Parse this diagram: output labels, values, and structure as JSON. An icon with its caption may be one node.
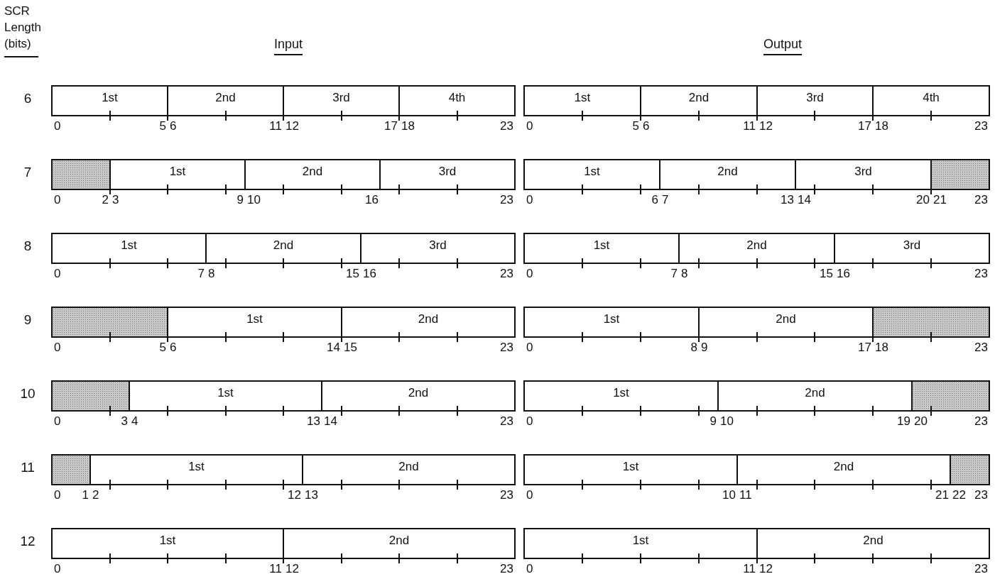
{
  "diagram": {
    "nodes": [
      {
        "text": [
          "1st"
        ]
      },
      {
        "text": [
          "2nd"
        ]
      },
      {
        "text": [
          "3rd"
        ]
      },
      {
        "text": [
          "4th"
        ]
      },
      {
        "text": [
          "1st"
        ]
      },
      {
        "text": [
          "2nd"
        ]
      },
      {
        "text": [
          "3rd"
        ]
      },
      {
        "text": [
          "4th"
        ]
      },
      {
        "text": [],
        "shape": "box"
      },
      {
        "text": [
          "1st"
        ]
      },
      {
        "text": [
          "2nd"
        ]
      },
      {
        "text": [
          "3rd"
        ]
      },
      {
        "text": [
          "1st"
        ]
      },
      {
        "text": [
          "2nd"
        ]
      },
      {
        "text": [
          "3rd"
        ]
      },
      {
        "text": [],
        "shape": "box"
      },
      {
        "text": [
          "1st"
        ]
      },
      {
        "text": [
          "2nd"
        ]
      },
      {
        "text": [
          "3rd"
        ]
      },
      {
        "text": [
          "1st"
        ]
      },
      {
        "text": [
          "2nd"
        ]
      },
      {
        "text": [
          "3rd"
        ]
      },
      {
        "text": [],
        "shape": "box"
      },
      {
        "text": [
          "1st"
        ]
      },
      {
        "text": [
          "2nd"
        ]
      },
      {
        "text": [
          "1st"
        ]
      },
      {
        "text": [
          "2nd"
        ]
      },
      {
        "text": [],
        "shape": "box"
      },
      {
        "text": [],
        "shape": "box"
      },
      {
        "text": [
          "1st"
        ]
      },
      {
        "text": [
          "2nd"
        ]
      },
      {
        "text": [
          "1st"
        ]
      },
      {
        "text": [
          "2nd"
        ]
      },
      {
        "text": [],
        "shape": "box"
      },
      {
        "text": [],
        "shape": "box"
      },
      {
        "text": [
          "1st"
        ]
      },
      {
        "text": [
          "2nd"
        ]
      },
      {
        "text": [
          "1st"
        ]
      },
      {
        "text": [
          "2nd"
        ]
      },
      {
        "text": [],
        "shape": "box"
      },
      {
        "text": [
          "1st"
        ]
      },
      {
        "text": [
          "2nd"
        ]
      },
      {
        "text": [
          "1st"
        ]
      },
      {
        "text": [
          "2nd"
        ]
      }
    ],
    "edges": [],
    "labels": [
      "SCR Length (bits)",
      "Input",
      "Output",
      "6",
      "0",
      "5",
      "6",
      "11",
      "12",
      "17",
      "18",
      "23",
      "0",
      "5",
      "6",
      "11",
      "12",
      "17",
      "18",
      "23",
      "7",
      "0",
      "2",
      "3",
      "9",
      "10",
      "16",
      "23",
      "0",
      "6",
      "7",
      "13",
      "14",
      "20",
      "21",
      "23",
      "8",
      "0",
      "7",
      "8",
      "15",
      "16",
      "23",
      "0",
      "7",
      "8",
      "15",
      "16",
      "23",
      "9",
      "0",
      "5",
      "6",
      "14",
      "15",
      "23",
      "0",
      "8",
      "9",
      "17",
      "18",
      "23",
      "10",
      "0",
      "3",
      "4",
      "13",
      "14",
      "23",
      "0",
      "9",
      "10",
      "19",
      "20",
      "23",
      "11",
      "0",
      "1",
      "2",
      "12",
      "13",
      "23",
      "0",
      "10",
      "11",
      "21",
      "22",
      "23",
      "12",
      "0",
      "11",
      "12",
      "23",
      "0",
      "11",
      "12",
      "23"
    ]
  }
}
